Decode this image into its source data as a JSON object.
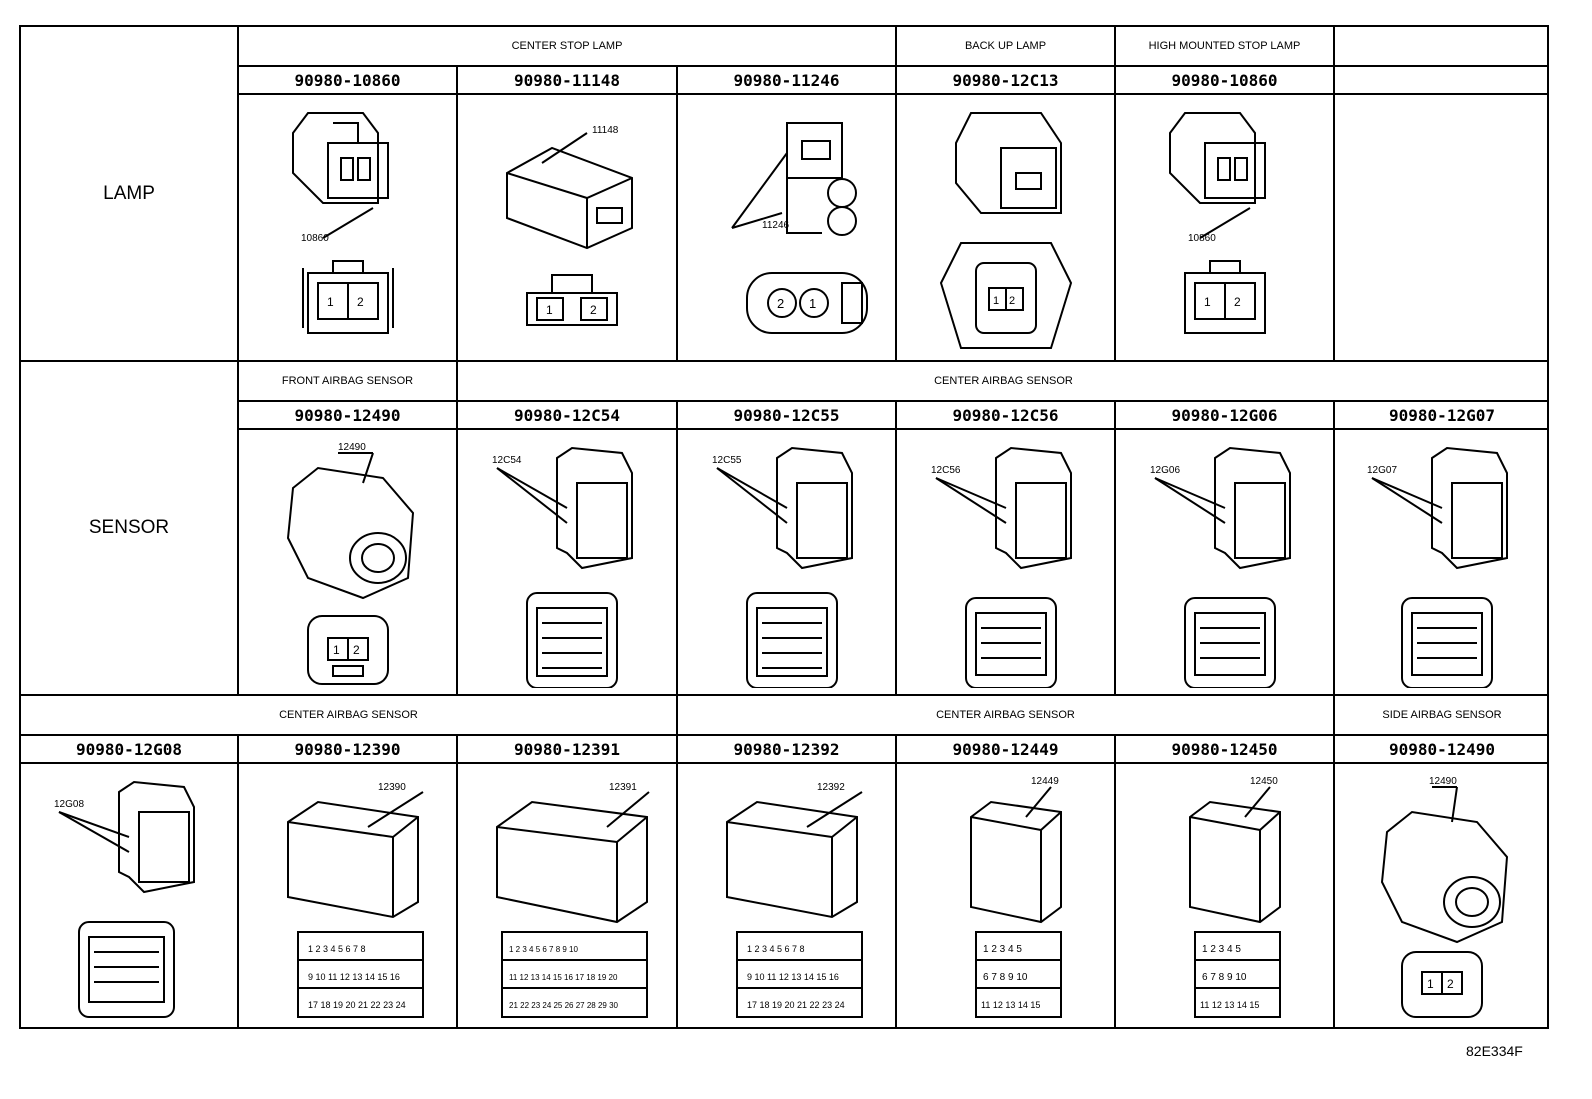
{
  "rows": [
    {
      "label": "LAMP",
      "groups": [
        {
          "title": "CENTER STOP LAMP"
        },
        {
          "title": "BACK UP LAMP"
        },
        {
          "title": "HIGH MOUNTED STOP LAMP"
        },
        {
          "title": ""
        }
      ],
      "parts": [
        {
          "part_number": "90980-10860",
          "callout": "10860",
          "pins": [
            "1",
            "2"
          ]
        },
        {
          "part_number": "90980-11148",
          "callout": "11148",
          "pins": [
            "1",
            "2"
          ]
        },
        {
          "part_number": "90980-11246",
          "callout": "11246",
          "pins": [
            "2",
            "1"
          ]
        },
        {
          "part_number": "90980-12C13",
          "callout": "",
          "pins": [
            "1",
            "2"
          ]
        },
        {
          "part_number": "90980-10860",
          "callout": "10860",
          "pins": [
            "1",
            "2"
          ]
        },
        {
          "part_number": "",
          "callout": "",
          "pins": []
        }
      ]
    },
    {
      "label": "SENSOR",
      "groups": [
        {
          "title": "FRONT AIRBAG SENSOR"
        },
        {
          "title": "CENTER AIRBAG SENSOR"
        }
      ],
      "parts": [
        {
          "part_number": "90980-12490",
          "callout": "12490",
          "pins": [
            "1",
            "2"
          ]
        },
        {
          "part_number": "90980-12C54",
          "callout": "12C54"
        },
        {
          "part_number": "90980-12C55",
          "callout": "12C55"
        },
        {
          "part_number": "90980-12C56",
          "callout": "12C56"
        },
        {
          "part_number": "90980-12G06",
          "callout": "12G06"
        },
        {
          "part_number": "90980-12G07",
          "callout": "12G07"
        }
      ]
    },
    {
      "label": "",
      "groups": [
        {
          "title": "CENTER AIRBAG SENSOR"
        },
        {
          "title": "CENTER AIRBAG SENSOR"
        },
        {
          "title": "SIDE AIRBAG SENSOR"
        }
      ],
      "parts": [
        {
          "part_number": "90980-12G08",
          "callout": "12G08"
        },
        {
          "part_number": "90980-12390",
          "callout": "12390",
          "pins": [
            "1",
            "2",
            "3",
            "4",
            "5",
            "6",
            "7",
            "8",
            "9",
            "10",
            "11",
            "12",
            "13",
            "14",
            "15",
            "16",
            "17",
            "18",
            "19",
            "20",
            "21",
            "22",
            "23",
            "24"
          ]
        },
        {
          "part_number": "90980-12391",
          "callout": "12391",
          "pins": [
            "1",
            "2",
            "3",
            "4",
            "5",
            "6",
            "7",
            "8",
            "9",
            "10",
            "11",
            "12",
            "13",
            "14",
            "15",
            "16",
            "17",
            "18",
            "19",
            "20",
            "21",
            "22",
            "23",
            "24",
            "25",
            "26",
            "27",
            "28",
            "29",
            "30"
          ]
        },
        {
          "part_number": "90980-12392",
          "callout": "12392",
          "pins": [
            "1",
            "2",
            "3",
            "4",
            "5",
            "6",
            "7",
            "8",
            "9",
            "10",
            "11",
            "12",
            "13",
            "14",
            "15",
            "16",
            "17",
            "18",
            "19",
            "20",
            "21",
            "22",
            "23",
            "24"
          ]
        },
        {
          "part_number": "90980-12449",
          "callout": "12449",
          "pins": [
            "1",
            "2",
            "3",
            "4",
            "5",
            "6",
            "7",
            "8",
            "9",
            "10",
            "11",
            "12",
            "13",
            "14",
            "15"
          ]
        },
        {
          "part_number": "90980-12450",
          "callout": "12450",
          "pins": [
            "1",
            "2",
            "3",
            "4",
            "5",
            "6",
            "7",
            "8",
            "9",
            "10",
            "11",
            "12",
            "13",
            "14",
            "15"
          ]
        },
        {
          "part_number": "90980-12490",
          "callout": "12490",
          "pins": [
            "1",
            "2"
          ]
        }
      ]
    }
  ],
  "figure_code": "82E334F"
}
